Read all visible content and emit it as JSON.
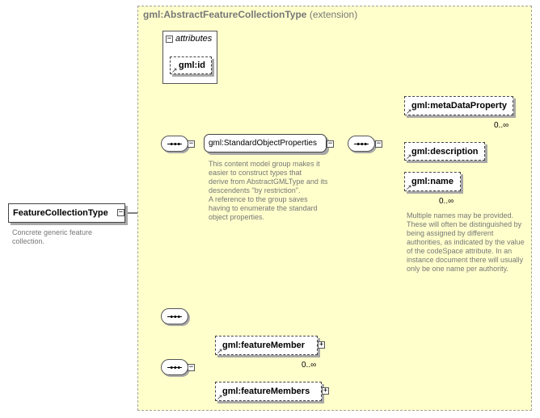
{
  "extension": {
    "type_name": "gml:AbstractFeatureCollectionType",
    "suffix": "(extension)"
  },
  "root": {
    "name": "FeatureCollectionType",
    "note": "Concrete generic feature collection."
  },
  "attributes_group": {
    "label": "attributes",
    "items": [
      {
        "name": "gml:id"
      }
    ]
  },
  "std_group": {
    "name": "gml:StandardObjectProperties",
    "note": "This content model group makes it easier to construct types that\n        derive from AbstractGMLType and its descendents \"by restriction\".\n        A reference to the group saves having to enumerate the standard object properties."
  },
  "std_children": [
    {
      "name": "gml:metaDataProperty",
      "multiplicity": "0..∞"
    },
    {
      "name": "gml:description"
    },
    {
      "name": "gml:name",
      "multiplicity": "0..∞",
      "note": "Multiple names may be provided.  These will often be distinguished by being assigned by different authorities, as indicated by the value of the codeSpace attribute.  In an instance document there will usually only be one name per authority."
    }
  ],
  "members": [
    {
      "name": "gml:featureMember",
      "multiplicity": "0..∞"
    },
    {
      "name": "gml:featureMembers"
    }
  ],
  "icons": {
    "collapse": "minus-box-icon",
    "expand": "plus-box-icon",
    "reference": "reference-arrow-icon",
    "sequence": "sequence-compositor-icon"
  }
}
